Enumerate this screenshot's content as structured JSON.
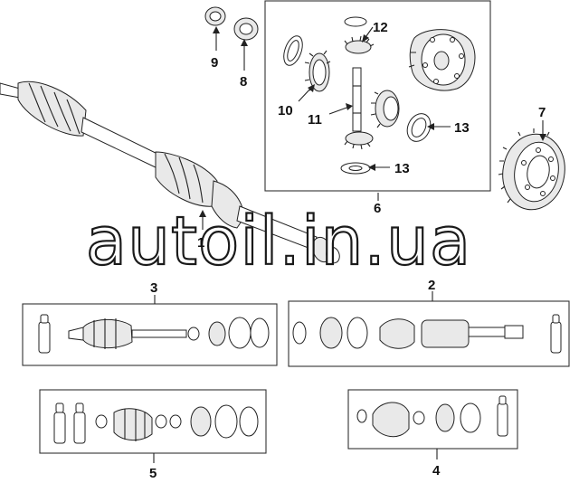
{
  "callouts": {
    "c1": "1",
    "c2": "2",
    "c3": "3",
    "c4": "4",
    "c5": "5",
    "c6": "6",
    "c7": "7",
    "c8": "8",
    "c9": "9",
    "c10": "10",
    "c11": "11",
    "c12": "12",
    "c13a": "13",
    "c13b": "13"
  },
  "watermark": "autoil.in.ua",
  "colors": {
    "ink": "#222222",
    "paper": "#ffffff",
    "part_shade": "#e9e9e9"
  }
}
